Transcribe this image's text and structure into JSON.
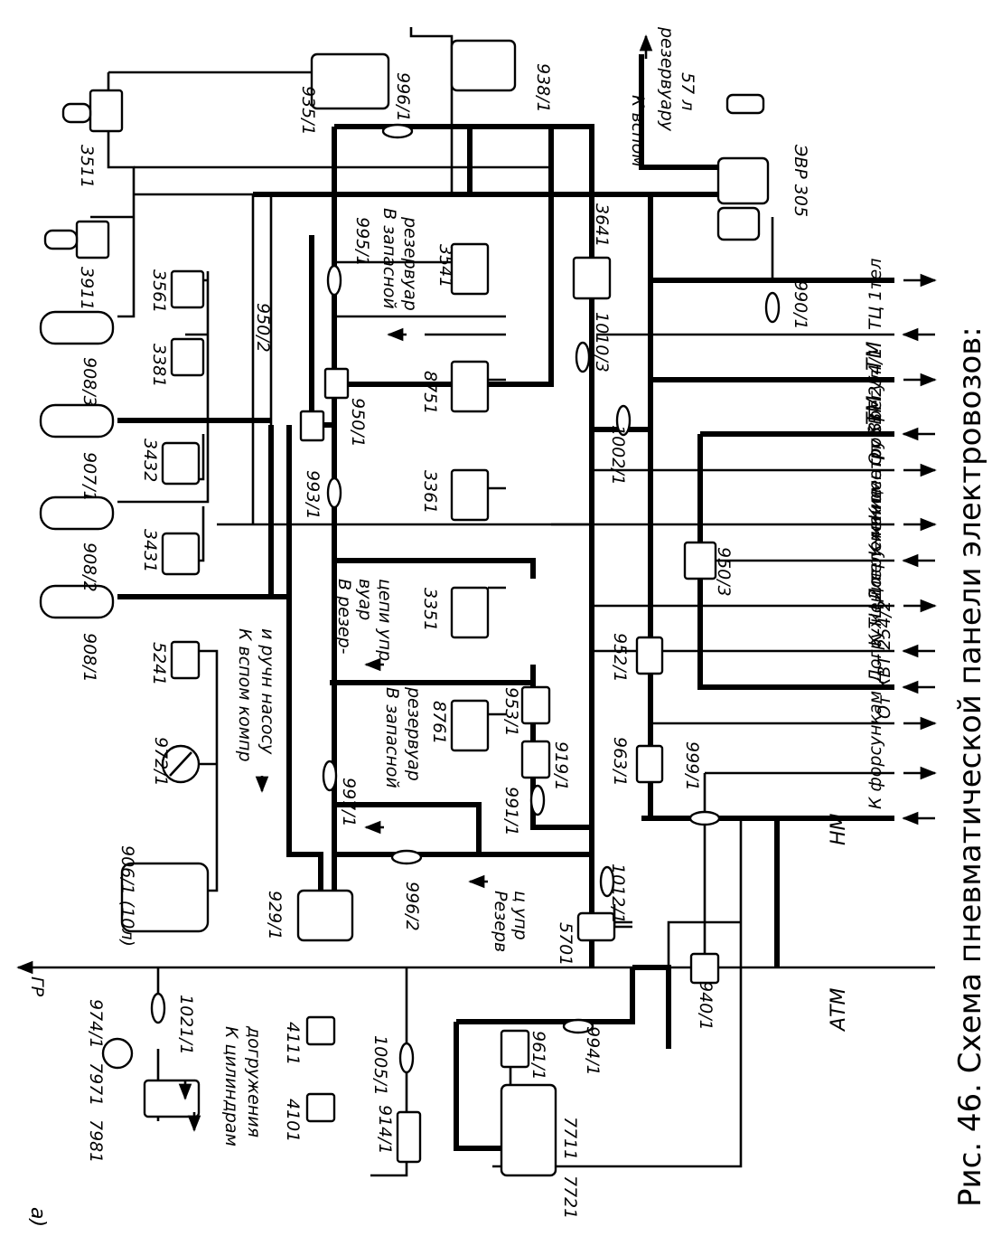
{
  "figure": {
    "caption": "Рис. 46. Схема пневматической панели электровозов:",
    "panel_letter": "а)"
  },
  "devices": {
    "d3511": "3511",
    "d3911": "3911",
    "d908_3": "908/3",
    "d3561": "3561",
    "d3381": "3381",
    "d907_1": "907/1",
    "d3432": "3432",
    "d908_2": "908/2",
    "d3431": "3431",
    "d908_1": "908/1",
    "d5241": "5241",
    "d972_1": "972/1",
    "d906_1": "906/1 (10л)",
    "d929_1": "929/1",
    "d935_1": "935/1",
    "d996_1": "996/1",
    "d938_1": "938/1",
    "d995_1": "995/1",
    "d950_2": "950/2",
    "d950_1": "950/1",
    "d993_1": "993/1",
    "d3541": "3541",
    "d8751": "8751",
    "d3361": "3361",
    "d3351": "3351",
    "d8761": "8761",
    "d997_1": "997/1",
    "d953_1": "953/1",
    "d919_1": "919/1",
    "d991_1": "991/1",
    "d996_2": "996/2",
    "d3641": "3641",
    "d1010_3": "1010/3",
    "d1002_1": "1002/1",
    "d952_1": "952/1",
    "d963_1": "963/1",
    "d999_1": "999/1",
    "d1012_1": "1012/1",
    "d5701": "5701",
    "d950_3": "950/3",
    "d990_1": "990/1",
    "d940_1": "940/1",
    "d994_1": "994/1",
    "d961_1": "961/1",
    "d7711": "7711",
    "d7721": "7721",
    "d7981": "7981",
    "d7971": "7971",
    "d974_1": "974/1",
    "d1021_1": "1021/1",
    "d4111": "4111",
    "d4101": "4101",
    "d1005_1": "1005/1",
    "d914_1": "914/1",
    "evr305": "ЭВР 305"
  },
  "notes": {
    "k_vspom_kompr_l1": "К вспом компр",
    "k_vspom_kompr_l2": "и ручн насосу",
    "v_rezervuar_cepi_l1": "В резер-",
    "v_rezervuar_cepi_l2": "вуар",
    "v_rezervuar_cepi_l3": "цепи упр",
    "v_zapasnoy_top_l1": "В запасной",
    "v_zapasnoy_top_l2": "резервуар",
    "v_zapasnoy_bottom_l1": "В запасной",
    "v_zapasnoy_bottom_l2": "резервуар",
    "rezerv_cupr_l1": "Резерв",
    "rezerv_cupr_l2": "ц упр",
    "k_cilindram_l1": "К цилиндрам",
    "k_cilindram_l2": "догружения",
    "k_vspom_rezervuaru_l1": "К вспом",
    "k_vspom_rezervuaru_l2": "резервуару",
    "k_vspom_rezervuaru_l3": "57 л"
  },
  "lines": {
    "gr": "ГР",
    "atm": "АТМ",
    "nm": "НМ",
    "k_forsunkam": "К форсункам",
    "ot_kvt_254_2": "От КВТ 254/2",
    "dogruzhenie_2": "Догружение",
    "k_tc_2_telezhki": "К ТЦ 2 тележки",
    "dogruzhenie_1": "Догружение",
    "k_manometru_zt": "К манометру ЗТ",
    "k_centrob_regul": "К центроб регул",
    "ot_kvt_254_1": "От КВТ 254/1",
    "tm_1": "ТМ",
    "tm_2": "ТМ",
    "tc_1_tel": "ТЦ 1тел"
  }
}
